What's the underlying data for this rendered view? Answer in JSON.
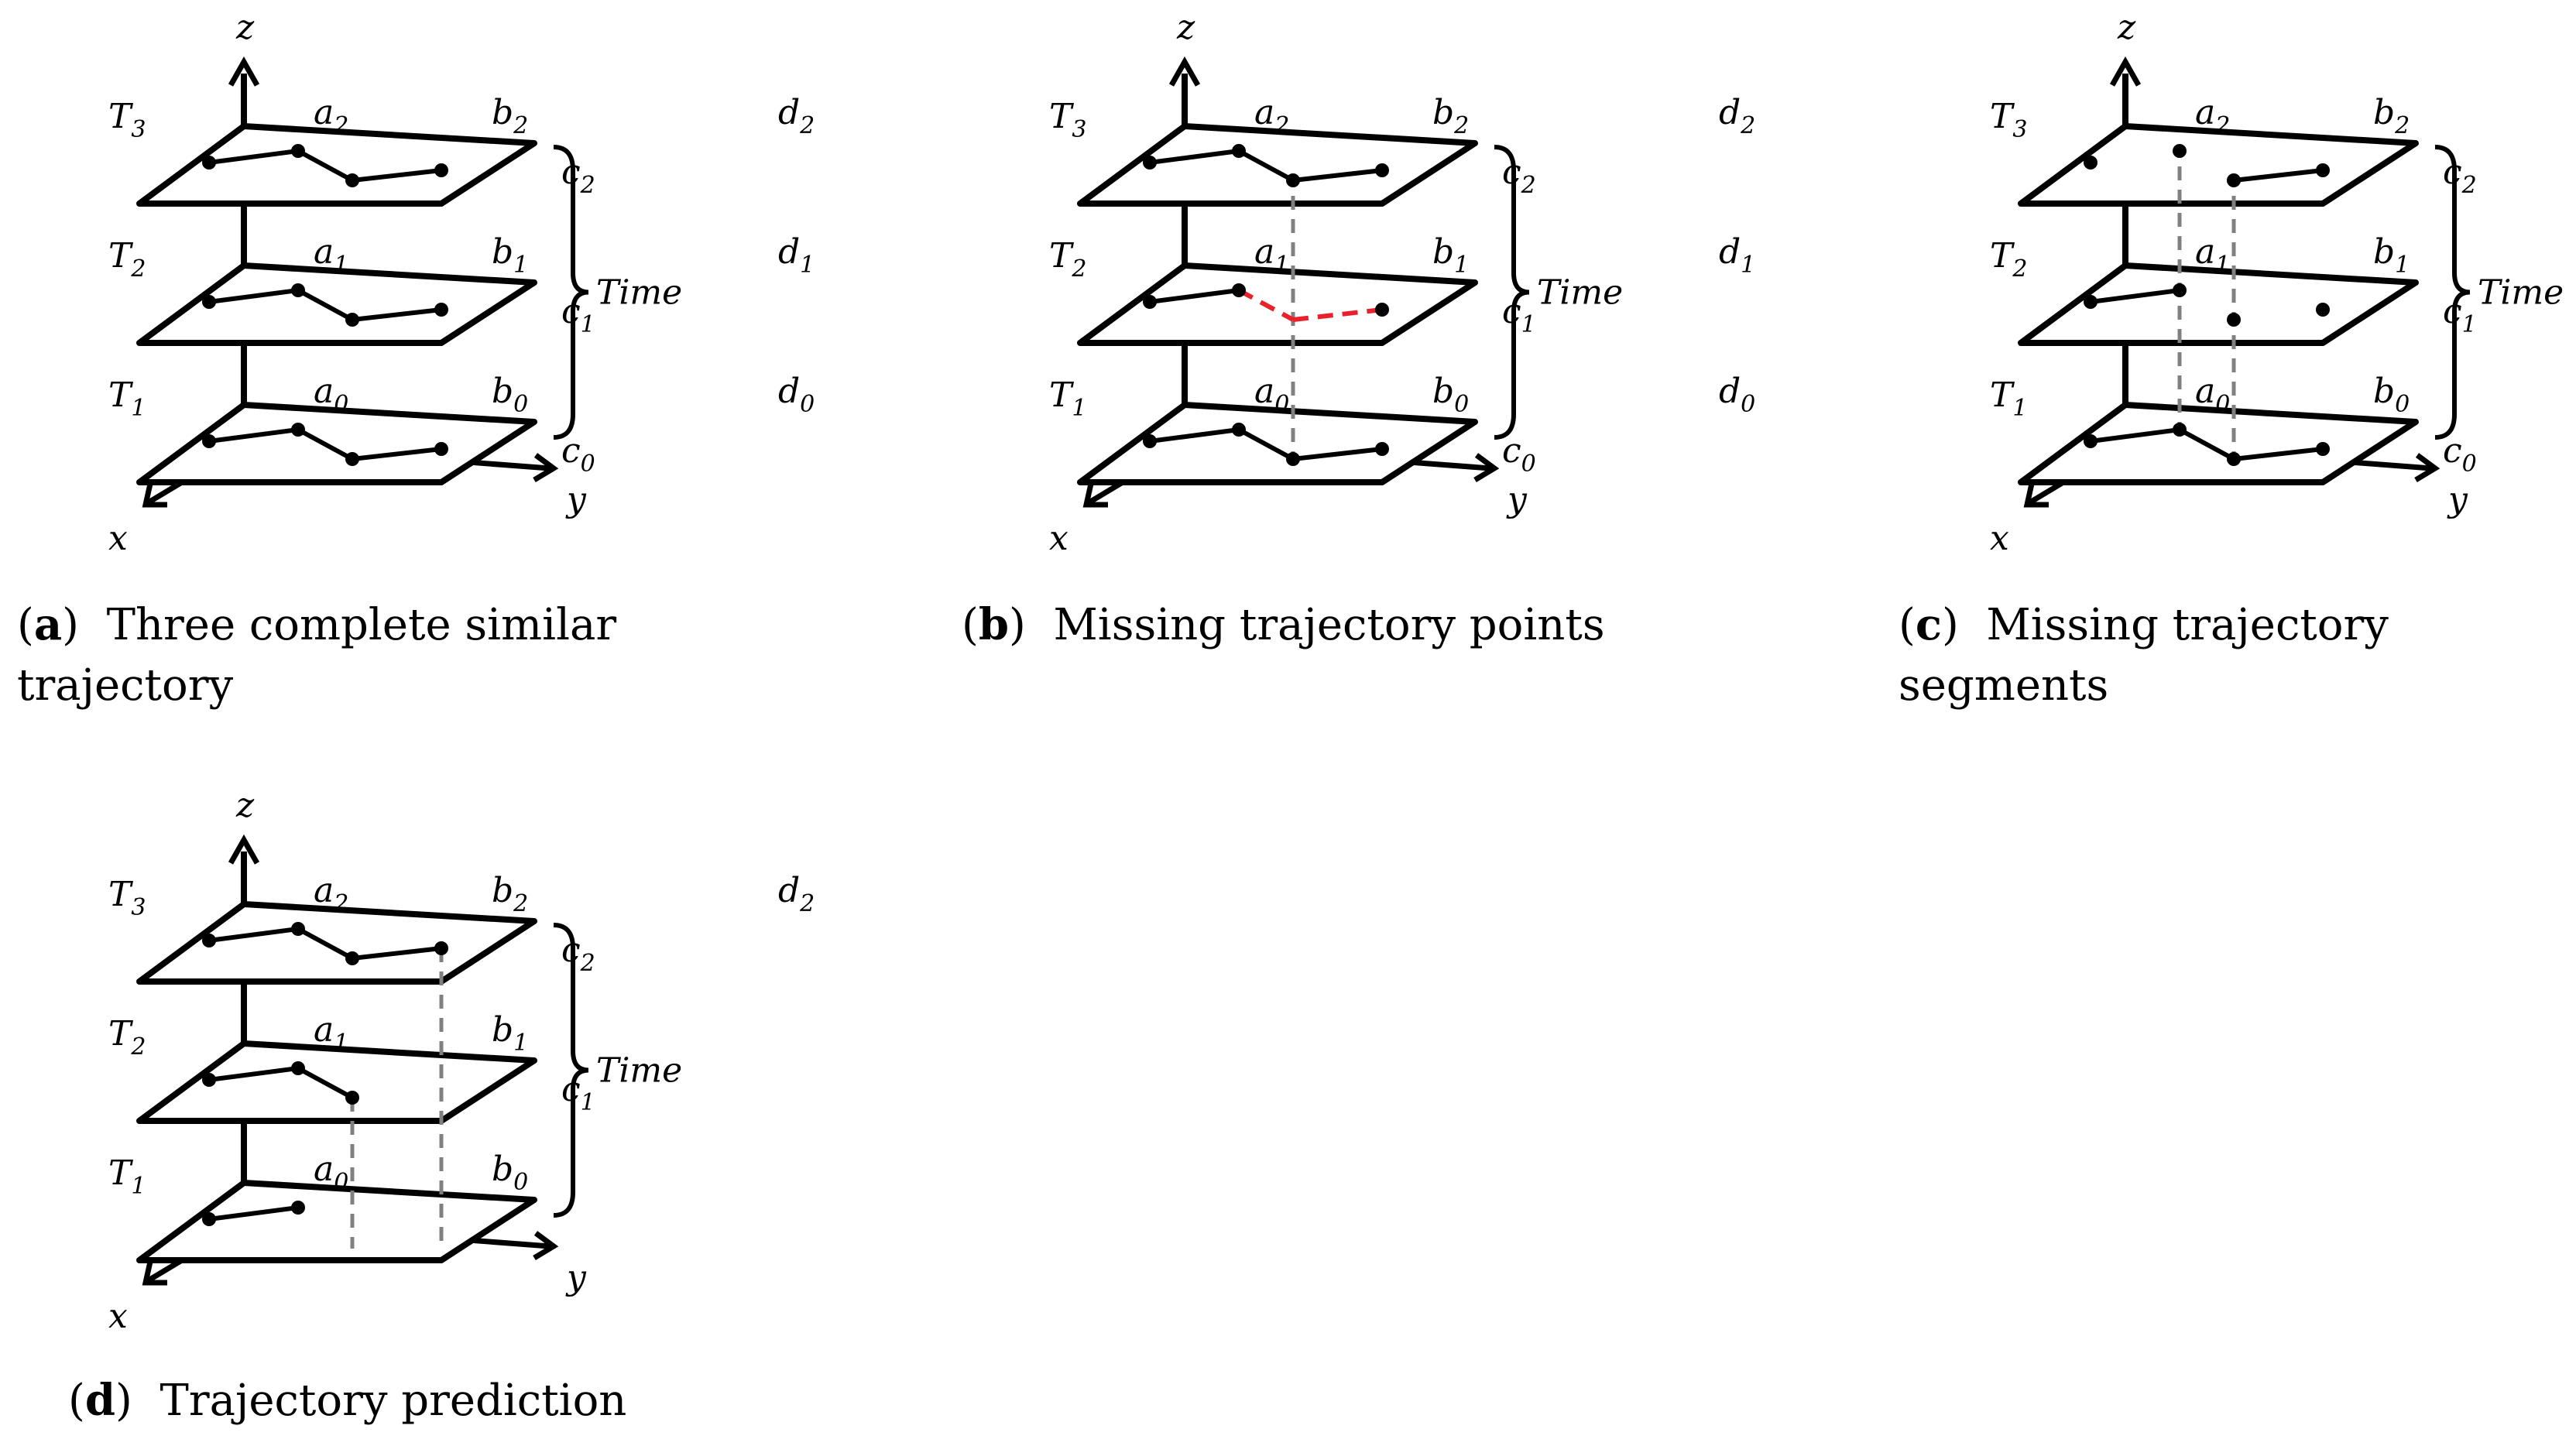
{
  "axes": {
    "z": "z",
    "y": "y",
    "x": "x"
  },
  "time_label": "Time",
  "levels": [
    {
      "name": "T",
      "sub": "3"
    },
    {
      "name": "T",
      "sub": "2"
    },
    {
      "name": "T",
      "sub": "1"
    }
  ],
  "point_letters": [
    "a",
    "b",
    "c",
    "d"
  ],
  "level_indices": [
    "2",
    "1",
    "0"
  ],
  "captions": {
    "a": {
      "tag": "a",
      "text": "Three complete similar trajectory"
    },
    "b": {
      "tag": "b",
      "text": "Missing trajectory points"
    },
    "c": {
      "tag": "c",
      "text": "Missing trajectory segments"
    },
    "d": {
      "tag": "d",
      "text": "Trajectory prediction"
    }
  },
  "colors": {
    "line": "#000000",
    "missing": "#e8212a",
    "projection": "#808080"
  }
}
